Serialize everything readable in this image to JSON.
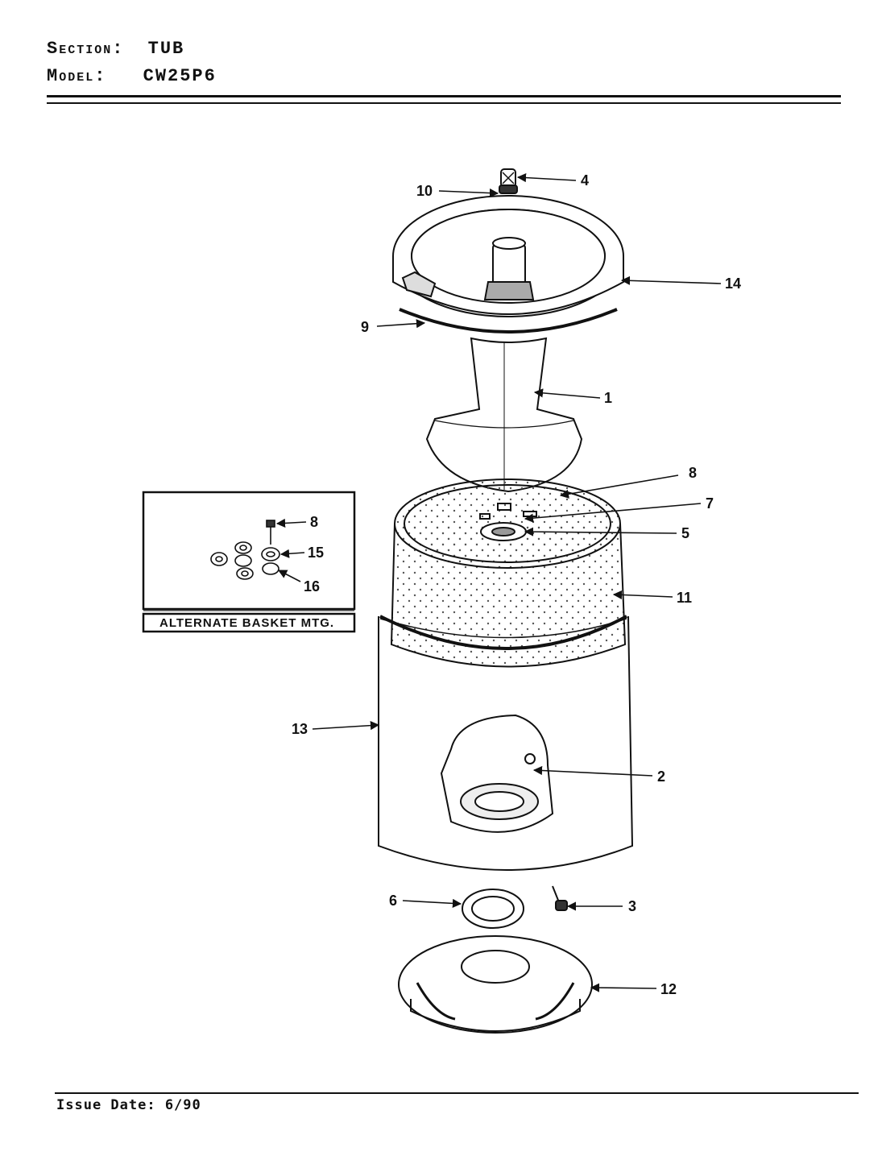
{
  "header": {
    "section_key": "Section:",
    "section_value": "TUB",
    "model_key": "Model:",
    "model_value": "CW25P6"
  },
  "footer": {
    "issue_date": "Issue Date: 6/90"
  },
  "callouts": {
    "c1": "1",
    "c2": "2",
    "c3": "3",
    "c4": "4",
    "c5": "5",
    "c6": "6",
    "c7": "7",
    "c8": "8",
    "c9": "9",
    "c10": "10",
    "c11": "11",
    "c12": "12",
    "c13": "13",
    "c14": "14"
  },
  "inset": {
    "caption": "ALTERNATE BASKET MTG.",
    "c8": "8",
    "c15": "15",
    "c16": "16"
  }
}
